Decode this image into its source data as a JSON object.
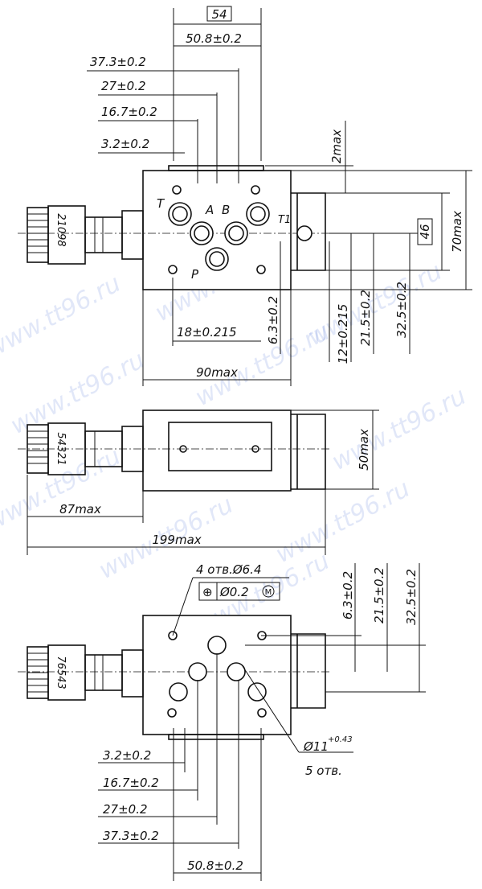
{
  "watermark": "www.tt96.ru",
  "top_view": {
    "dims_top": [
      "54",
      "50.8±0.2",
      "37.3±0.2",
      "27±0.2",
      "16.7±0.2",
      "3.2±0.2"
    ],
    "port_labels": [
      "T",
      "A",
      "B",
      "T1",
      "P"
    ],
    "dims_right": [
      "2max",
      "46",
      "70max"
    ],
    "dims_bottom": [
      "6.3±0.2",
      "12±0.215",
      "21.5±0.2",
      "32.5±0.2",
      "18±0.215",
      "90max"
    ],
    "knob_text": "21098"
  },
  "side_view": {
    "dims": [
      "50max",
      "87max",
      "199max"
    ],
    "knob_text": "54321"
  },
  "bottom_view": {
    "holes_note": "4 отв.Ø6.4",
    "tolerance_symbol": "⊕",
    "tolerance_value": "Ø0.2",
    "tolerance_modifier": "M",
    "dims_right": [
      "6.3±0.2",
      "21.5±0.2",
      "32.5±0.2"
    ],
    "port_note_diameter": "Ø11",
    "port_note_tolerance": "+0.43",
    "port_note_count": "5 отв.",
    "dims_bottom": [
      "3.2±0.2",
      "16.7±0.2",
      "27±0.2",
      "37.3±0.2",
      "50.8±0.2"
    ],
    "knob_text": "76543"
  }
}
